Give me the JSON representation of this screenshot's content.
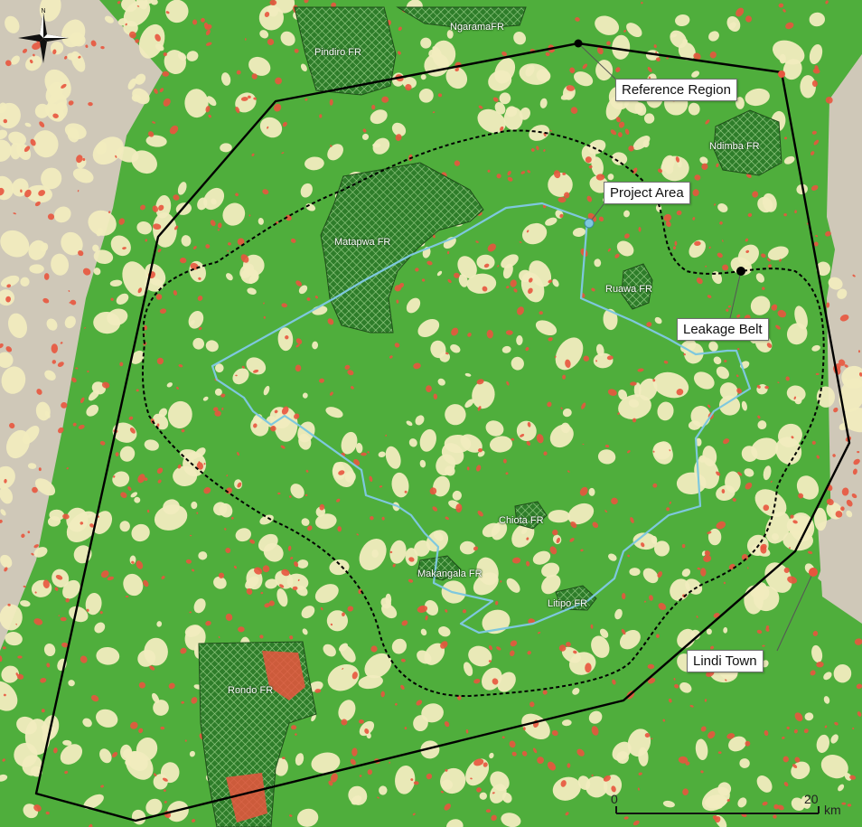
{
  "map": {
    "forest_reserves": [
      {
        "id": "pindiro",
        "label": "Pindiro FR"
      },
      {
        "id": "ngarama",
        "label": "NgaramaFR"
      },
      {
        "id": "ndimba",
        "label": "Ndimba FR"
      },
      {
        "id": "matapwa",
        "label": "Matapwa FR"
      },
      {
        "id": "ruawa",
        "label": "Ruawa FR"
      },
      {
        "id": "chiota",
        "label": "Chiota FR"
      },
      {
        "id": "makangala",
        "label": "Makangala FR"
      },
      {
        "id": "litipo",
        "label": "Litipo FR"
      },
      {
        "id": "rondo",
        "label": "Rondo FR"
      }
    ],
    "callouts": {
      "reference_region": "Reference Region",
      "project_area": "Project Area",
      "leakage_belt": "Leakage Belt",
      "lindi_town": "Lindi Town"
    },
    "compass_north": "N",
    "scale": {
      "start": "0",
      "end": "20",
      "unit": "km"
    },
    "colors": {
      "forest": "#4fae3c",
      "non_forest": "#f1ecbe",
      "deforestation": "#e8553e",
      "sea": "#cfc8b8",
      "reference_boundary": "#000000",
      "project_boundary": "#7ec8de",
      "leakage_belt_boundary": "#000000",
      "forest_reserve_fill": "#2e7d2a"
    }
  }
}
